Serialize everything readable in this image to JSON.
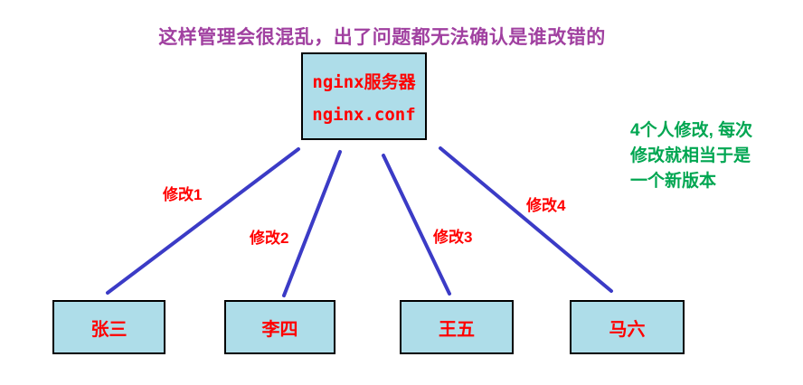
{
  "title": "这样管理会很混乱，出了问题都无法确认是谁改错的",
  "server": {
    "name": "nginx服务器",
    "config": "nginx.conf"
  },
  "edges": [
    {
      "label": "修改1"
    },
    {
      "label": "修改2"
    },
    {
      "label": "修改3"
    },
    {
      "label": "修改4"
    }
  ],
  "members": [
    {
      "name": "张三"
    },
    {
      "name": "李四"
    },
    {
      "name": "王五"
    },
    {
      "name": "马六"
    }
  ],
  "note": {
    "lines": [
      "4个人修改, 每次",
      "修改就相当于是",
      "一个新版本"
    ]
  },
  "colors": {
    "line_blue": "#3B3BC6",
    "node_fill": "#AEDDE9",
    "node_border": "#000000",
    "text_red": "#FF0000",
    "title_purple": "#A040A0",
    "note_green": "#00A651",
    "background": "#FFFFFF"
  }
}
